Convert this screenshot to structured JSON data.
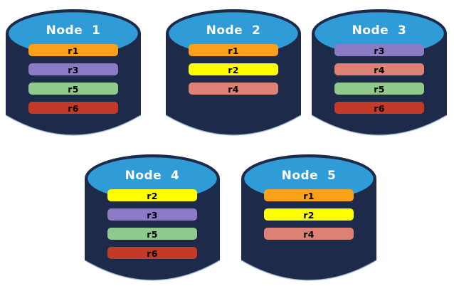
{
  "diagram": {
    "background": "#ffffff",
    "cylinder_body_color": "#1d2a4a",
    "cylinder_top_color": "#2f9bd7",
    "cylinder_bottom_edge_color": "#aec3db",
    "title_text_color": "#ffffff",
    "bar_text_color": "#000000"
  },
  "replica_colors": {
    "r1": "#f9a11b",
    "r2": "#ffff00",
    "r3": "#8a7bc4",
    "r4": "#dc8174",
    "r5": "#90c98c",
    "r6": "#c43a28"
  },
  "nodes": [
    {
      "title": "Node  1",
      "replicas": [
        "r1",
        "r3",
        "r5",
        "r6"
      ]
    },
    {
      "title": "Node  2",
      "replicas": [
        "r1",
        "r2",
        "r4"
      ]
    },
    {
      "title": "Node  3",
      "replicas": [
        "r3",
        "r4",
        "r5",
        "r6"
      ]
    },
    {
      "title": "Node  4",
      "replicas": [
        "r2",
        "r3",
        "r5",
        "r6"
      ]
    },
    {
      "title": "Node  5",
      "replicas": [
        "r1",
        "r2",
        "r4"
      ]
    }
  ]
}
